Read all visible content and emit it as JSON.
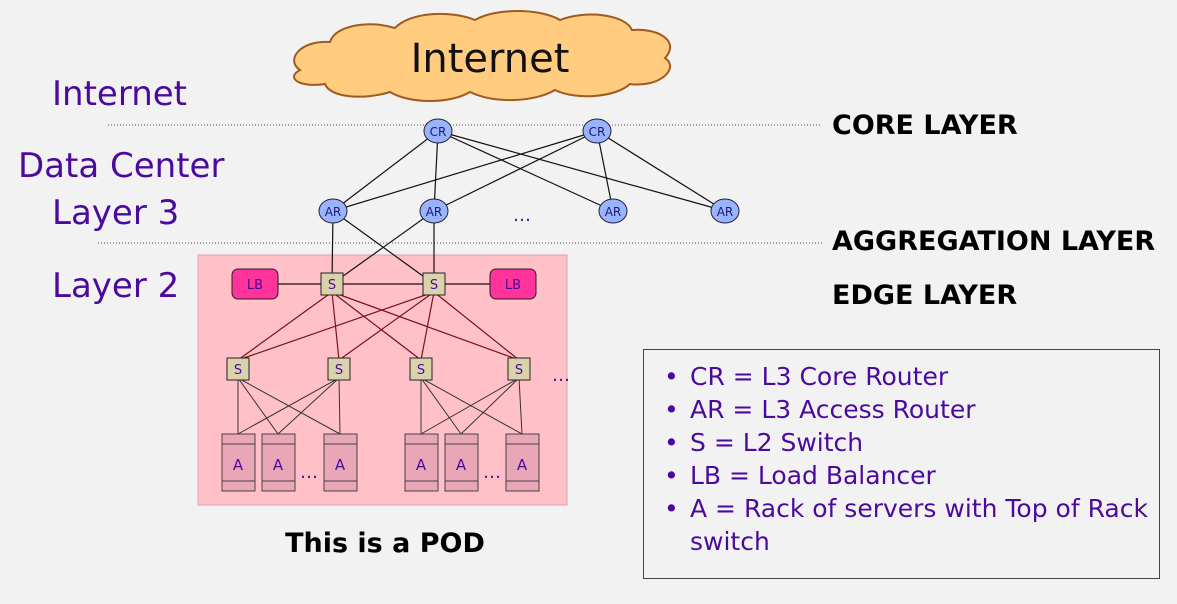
{
  "cloud_label": "Internet",
  "left_labels": {
    "internet": "Internet",
    "data_center": "Data Center",
    "layer3": "Layer 3",
    "layer2": "Layer 2"
  },
  "right_labels": {
    "core": "CORE LAYER",
    "aggregation": "AGGREGATION LAYER",
    "edge": "EDGE LAYER"
  },
  "nodes": {
    "cr": "CR",
    "ar": "AR",
    "s": "S",
    "lb": "LB",
    "a": "A",
    "ellipsis": "…"
  },
  "pod_caption": "This is a POD",
  "legend": [
    "CR = L3 Core Router",
    "AR = L3 Access Router",
    "S = L2 Switch",
    "LB = Load Balancer",
    "A = Rack of servers with Top of Rack switch"
  ],
  "colors": {
    "label_purple": "#4b0a9e",
    "pod_background": "#ffc0c8",
    "router_fill": "#99b3ff",
    "switch_fill": "#d9d2aa",
    "lb_fill": "#ff3399",
    "rack_fill": "#e8a6b6",
    "cloud_fill": "#ffcc80"
  }
}
